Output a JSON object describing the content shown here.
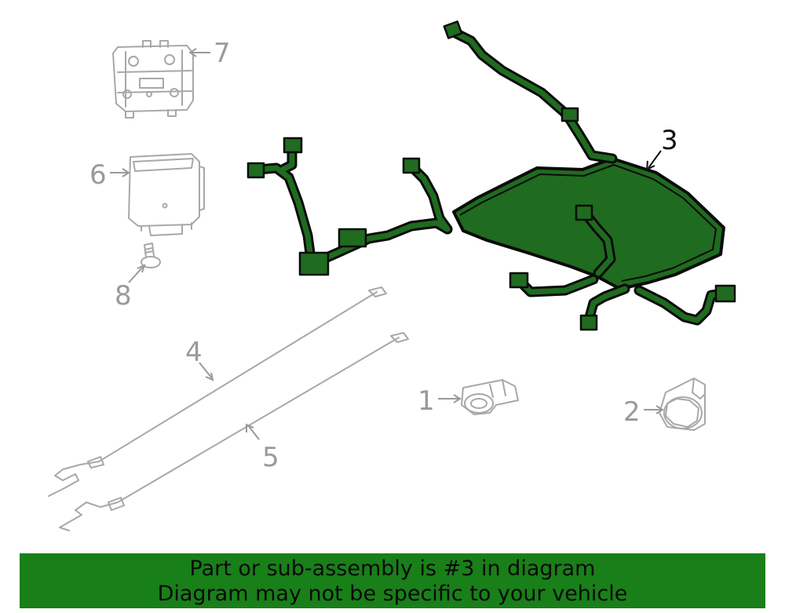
{
  "callouts": {
    "c1": "1",
    "c2": "2",
    "c3": "3",
    "c4": "4",
    "c5": "5",
    "c6": "6",
    "c7": "7",
    "c8": "8"
  },
  "banner": {
    "line1": "Part or sub-assembly is #3 in diagram",
    "line2": "Diagram may not be specific to your vehicle"
  },
  "colors": {
    "highlight_part": "#1f6b1f",
    "banner_background": "#197f19",
    "other_parts": "#a8a8a8"
  }
}
